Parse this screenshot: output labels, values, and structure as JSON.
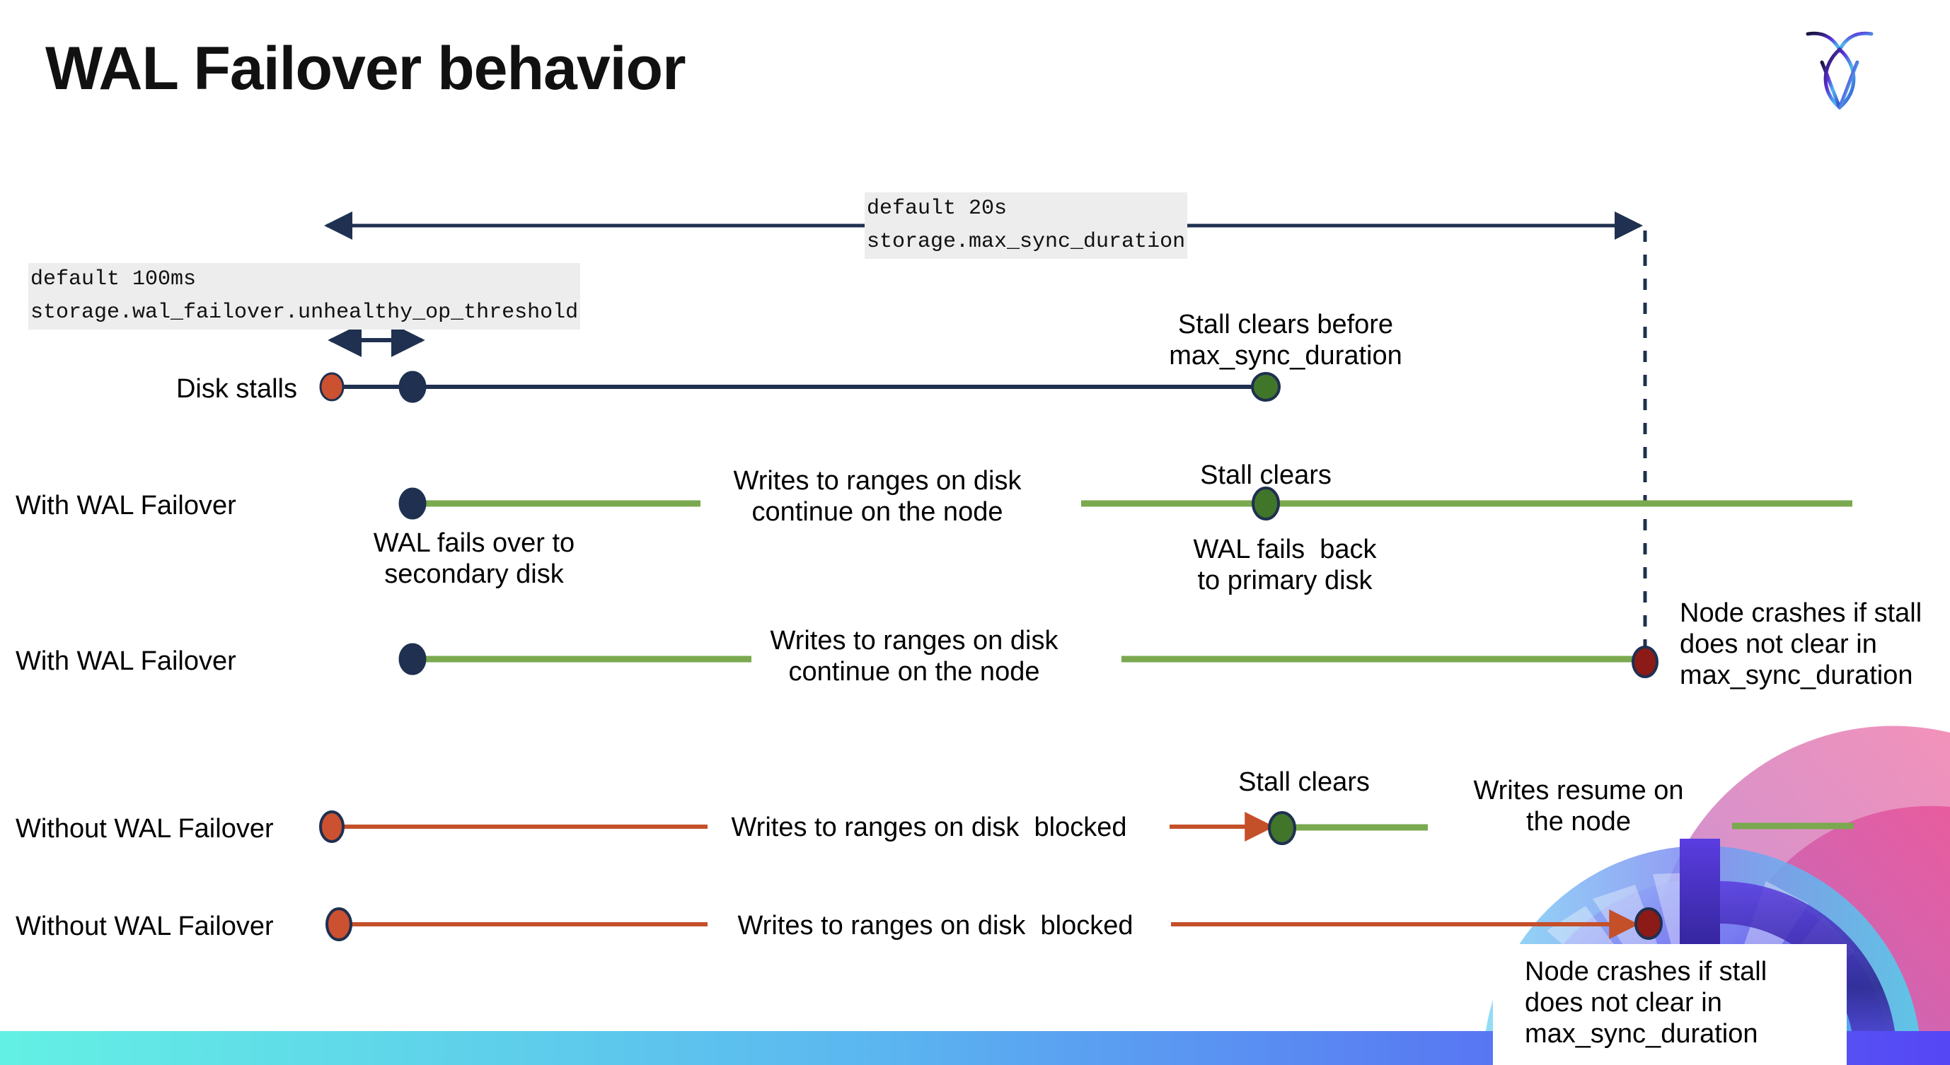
{
  "slide": {
    "title": "WAL Failover behavior",
    "logo_name": "cockroach-labs-logo",
    "background_color": "#ffffff"
  },
  "colors": {
    "navy": "#1f3050",
    "green_line": "#7aa94f",
    "green_dot": "#41762a",
    "red_line": "#c4502a",
    "red_dot_light": "#cc5130",
    "red_dot_dark": "#8c1a16",
    "code_bg": "#ededed",
    "bar_gradient_start": "#63f0e4",
    "bar_gradient_end": "#5646f5"
  },
  "callouts": {
    "max_sync": {
      "line1": "default 20s",
      "line2": "storage.max_sync_duration"
    },
    "unhealthy_op": {
      "line1": "default 100ms",
      "line2": "storage.wal_failover.unhealthy_op_threshold"
    }
  },
  "rows": [
    {
      "id": "disk-stalls",
      "label": "Disk stalls",
      "note_right": "Stall clears before\nmax_sync_duration"
    },
    {
      "id": "with-wal-failover-clears",
      "label": "With WAL Failover",
      "note_start": "WAL fails over to\nsecondary disk",
      "note_mid": "Writes to ranges on disk\ncontinue on the node",
      "note_clear": "Stall clears",
      "note_after": "WAL fails  back\nto primary disk"
    },
    {
      "id": "with-wal-failover-crash",
      "label": "With WAL Failover",
      "note_mid": "Writes to ranges on disk\ncontinue on the node",
      "note_end": "Node crashes if stall\ndoes not clear in\nmax_sync_duration"
    },
    {
      "id": "without-wal-failover-clears",
      "label": "Without WAL Failover",
      "note_mid": "Writes to ranges on disk  blocked",
      "note_clear": "Stall clears",
      "note_after": "Writes resume on\nthe node"
    },
    {
      "id": "without-wal-failover-crash",
      "label": "Without WAL Failover",
      "note_mid": "Writes to ranges on disk  blocked",
      "note_end": "Node crashes if stall\ndoes not clear in\nmax_sync_duration"
    }
  ]
}
